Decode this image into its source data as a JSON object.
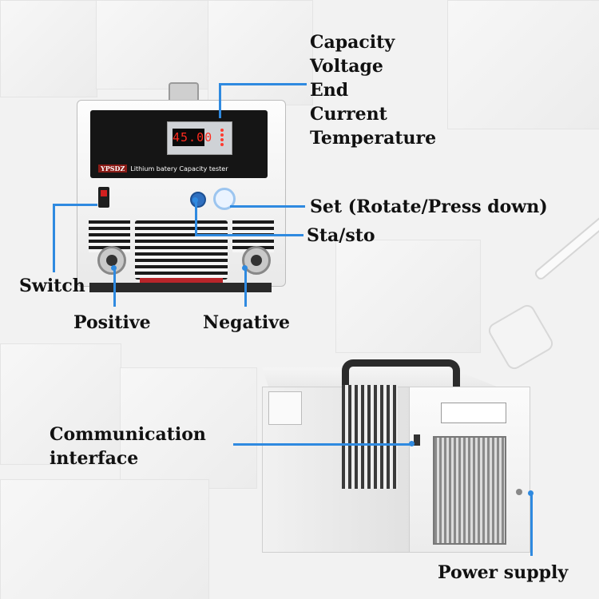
{
  "display": {
    "reading": "45.00"
  },
  "brand": {
    "name": "YPSDZ",
    "subtitle": "Lithium batery Capacity tester"
  },
  "callouts": {
    "display_items": [
      "Capacity",
      "Voltage",
      "End",
      "Current",
      "Temperature"
    ],
    "set": "Set (Rotate/Press down)",
    "sta_sto": "Sta/sto",
    "switch": "Switch",
    "positive": "Positive",
    "negative": "Negative",
    "communication": "Communication interface",
    "communication_line1": "Communication",
    "communication_line2": "interface",
    "power_supply": "Power supply"
  },
  "colors": {
    "accent": "#2f8ae0",
    "display_text": "#ff2b1f",
    "brand_badge": "#8b1c17"
  },
  "icons": {
    "plug": "power-plug-icon"
  }
}
